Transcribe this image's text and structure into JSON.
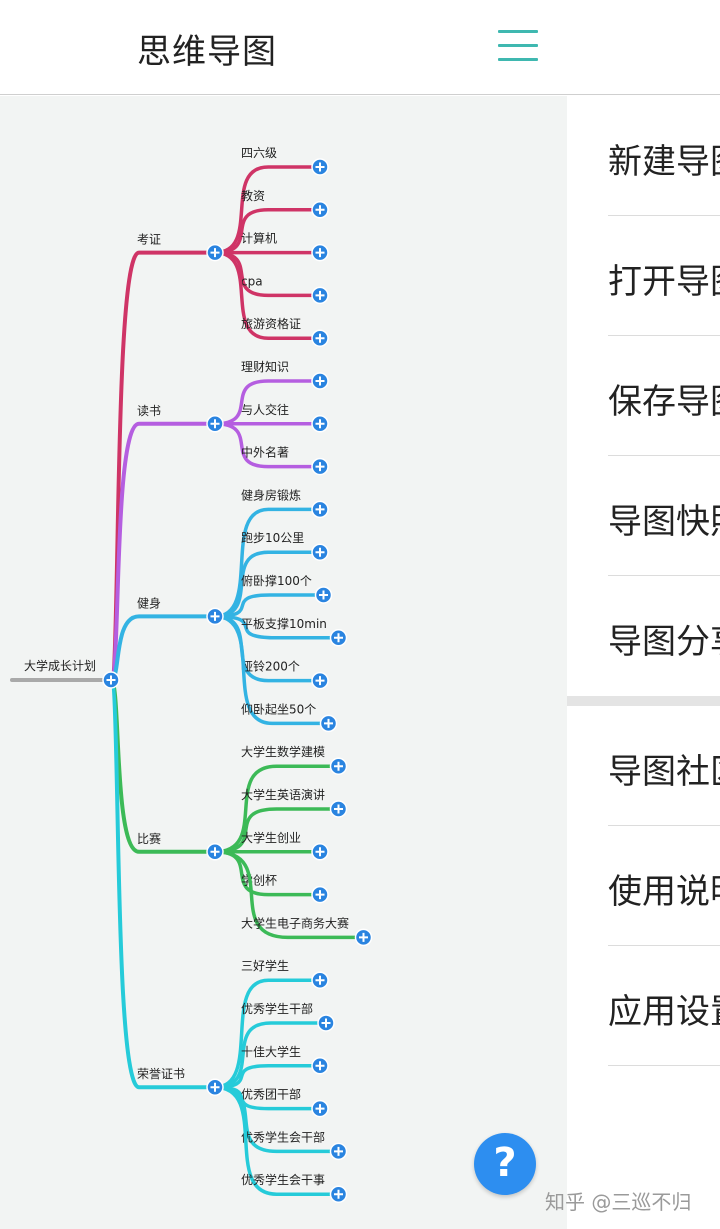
{
  "app": {
    "title": "思维导图"
  },
  "mindmap": {
    "root": "大学成长计划",
    "branches": [
      {
        "label": "考证",
        "color": "#cf3466",
        "children": [
          "四六级",
          "教资",
          "计算机",
          "cpa",
          "旅游资格证"
        ]
      },
      {
        "label": "读书",
        "color": "#b55ee0",
        "children": [
          "理财知识",
          "与人交往",
          "中外名著"
        ]
      },
      {
        "label": "健身",
        "color": "#33b3e3",
        "children": [
          "健身房锻炼",
          "跑步10公里",
          "俯卧撑100个",
          "平板支撑10min",
          "哑铃200个",
          "仰卧起坐50个"
        ]
      },
      {
        "label": "比赛",
        "color": "#3cba57",
        "children": [
          "大学生数学建模",
          "大学生英语演讲",
          "大学生创业",
          "学创杯",
          "大学生电子商务大赛"
        ]
      },
      {
        "label": "荣誉证书",
        "color": "#26cbd9",
        "children": [
          "三好学生",
          "优秀学生干部",
          "十佳大学生",
          "优秀团干部",
          "优秀学生会干部",
          "优秀学生会干事"
        ]
      }
    ],
    "colors": {
      "root_line": "#a9a9a9",
      "node_button": "#2a84e0"
    }
  },
  "menu": {
    "items": [
      "新建导图",
      "打开导图",
      "保存导图",
      "导图快照",
      "导图分享",
      "导图社区",
      "使用说明",
      "应用设置"
    ]
  },
  "help": {
    "icon": "?"
  },
  "watermark": "知乎 @三巡不归"
}
